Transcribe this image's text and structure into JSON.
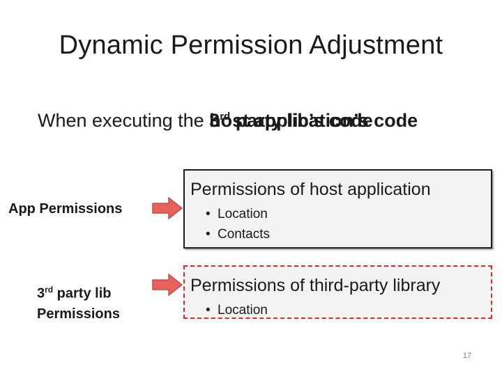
{
  "slide": {
    "title": "Dynamic Permission Adjustment",
    "subtitle_prefix": "When executing the ",
    "subtitle_overlay_a": "host application’s code",
    "subtitle_overlay_b_base": "3",
    "subtitle_overlay_b_sup": "rd",
    "subtitle_overlay_b_rest": " party lib’s code",
    "page_number": "17"
  },
  "rows": [
    {
      "label": "App Permissions",
      "heading": "Permissions of host application",
      "items": [
        "Location",
        "Contacts"
      ]
    },
    {
      "label_line1_base": "3",
      "label_line1_sup": "rd",
      "label_line1_rest": " party lib",
      "label_line2": "Permissions",
      "heading": "Permissions of third-party library",
      "items": [
        "Location"
      ]
    }
  ],
  "colors": {
    "arrow_fill": "#e8615d",
    "arrow_stroke": "#c0504d",
    "dashed_border": "#e0252c",
    "box_fill": "#f2f2f2"
  },
  "icons": {
    "arrow": "right-arrow-icon",
    "bullet": "bullet-icon"
  }
}
